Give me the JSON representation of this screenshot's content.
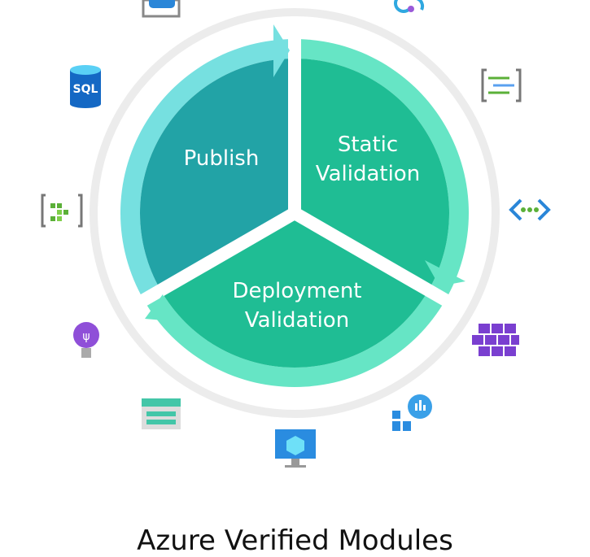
{
  "segments": [
    {
      "label_lines": [
        "Publish"
      ],
      "dark": "#22a3a6",
      "light": "#76e0e0"
    },
    {
      "label_lines": [
        "Static",
        "Validation"
      ],
      "dark": "#1fbd94",
      "light": "#66e5c5"
    },
    {
      "label_lines": [
        "Deployment",
        "Validation"
      ],
      "dark": "#1fbd94",
      "light": "#66e5c5"
    }
  ],
  "icons": [
    "app-gateway-icon",
    "sql-database-icon",
    "container-registry-icon",
    "function-app-icon",
    "storage-account-icon",
    "virtual-machine-icon",
    "monitor-workbook-icon",
    "aks-icon",
    "virtual-network-icon",
    "data-factory-icon",
    "service-endpoint-icon"
  ],
  "sql_text": "SQL",
  "title": "Azure Verified Modules",
  "colors": {
    "ring": "#ececec",
    "gap": "#ffffff"
  }
}
